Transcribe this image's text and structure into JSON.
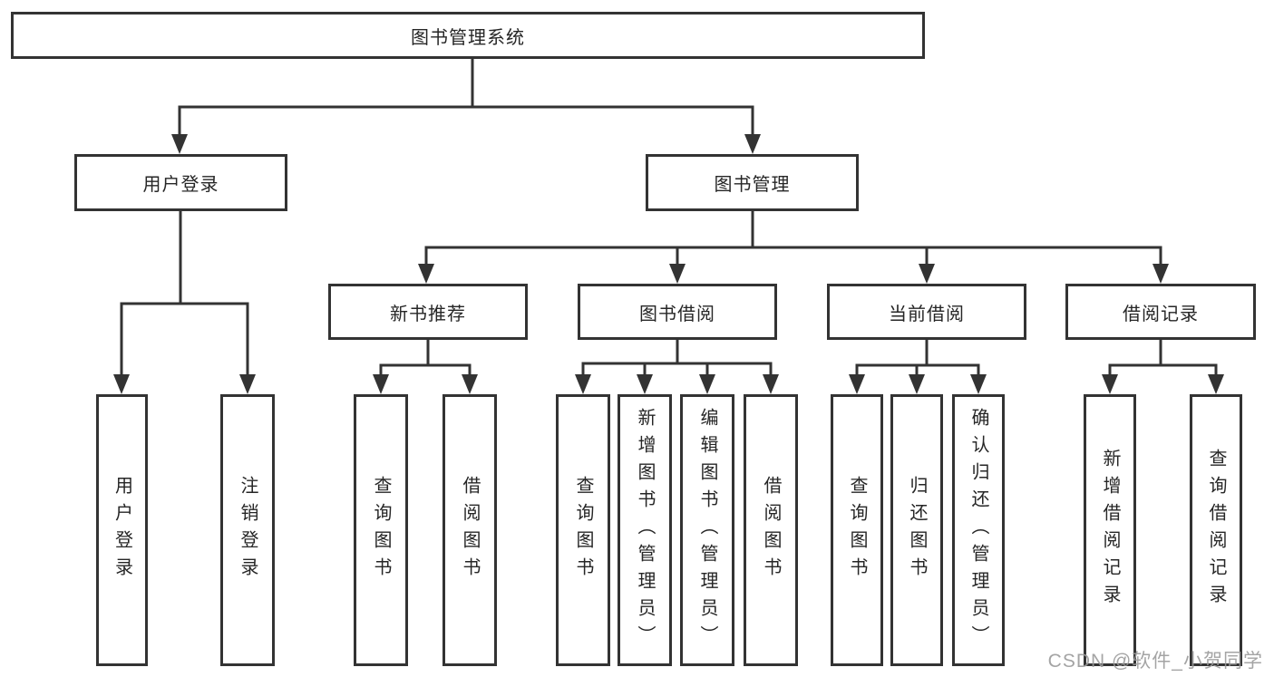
{
  "tree": {
    "label": "图书管理系统",
    "children": [
      {
        "label": "用户登录",
        "children": [
          {
            "label": "用户登录"
          },
          {
            "label": "注销登录"
          }
        ]
      },
      {
        "label": "图书管理",
        "children": [
          {
            "label": "新书推荐",
            "children": [
              {
                "label": "查询图书"
              },
              {
                "label": "借阅图书"
              }
            ]
          },
          {
            "label": "图书借阅",
            "children": [
              {
                "label": "查询图书"
              },
              {
                "label": "新增图书（管理员）"
              },
              {
                "label": "编辑图书（管理员）"
              },
              {
                "label": "借阅图书"
              }
            ]
          },
          {
            "label": "当前借阅",
            "children": [
              {
                "label": "查询图书"
              },
              {
                "label": "归还图书"
              },
              {
                "label": "确认归还（管理员）"
              }
            ]
          },
          {
            "label": "借阅记录",
            "children": [
              {
                "label": "新增借阅记录"
              },
              {
                "label": "查询借阅记录"
              }
            ]
          }
        ]
      }
    ]
  },
  "watermark": {
    "text": "CSDN @软件_小贺同学"
  },
  "colors": {
    "line": "#333333",
    "text": "#262626",
    "background": "#ffffff",
    "watermark": "#9b9b9b"
  }
}
